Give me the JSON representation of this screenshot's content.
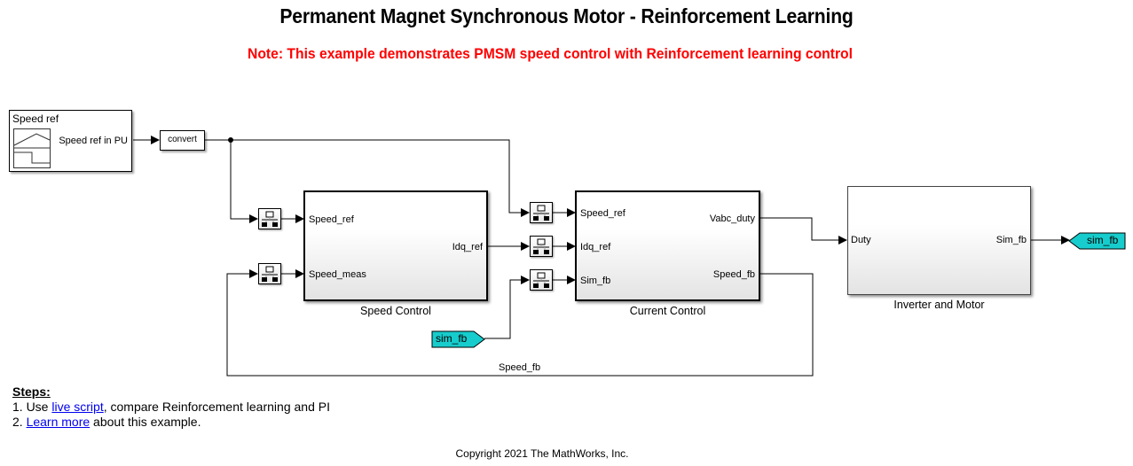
{
  "header": {
    "title": "Permanent Magnet Synchronous Motor - Reinforcement Learning",
    "note": "Note: This example demonstrates PMSM speed control with Reinforcement learning control"
  },
  "blocks": {
    "speed_ref": {
      "title": "Speed ref",
      "output_port": "Speed ref in PU",
      "icon": "signal-builder-icon"
    },
    "convert": {
      "label": "convert"
    },
    "rate_transition_icon": "rate-transition-icon",
    "speed_control": {
      "name": "Speed Control",
      "inputs": [
        "Speed_ref",
        "Speed_meas"
      ],
      "outputs": [
        "Idq_ref"
      ]
    },
    "current_control": {
      "name": "Current Control",
      "inputs": [
        "Speed_ref",
        "Idq_ref",
        "Sim_fb"
      ],
      "outputs": [
        "Vabc_duty",
        "Speed_fb"
      ]
    },
    "inverter_motor": {
      "name": "Inverter and Motor",
      "inputs": [
        "Duty"
      ],
      "outputs": [
        "Sim_fb"
      ]
    },
    "goto_tag": {
      "label": "sim_fb"
    },
    "from_tag": {
      "label": "sim_fb"
    }
  },
  "signals": {
    "feedback_label": "Speed_fb"
  },
  "colors": {
    "note": "#ff0000",
    "tag": "#17cccc",
    "link": "#0000ee"
  },
  "steps": {
    "heading": "Steps:",
    "items": [
      {
        "prefix": "1. Use ",
        "link": "live script",
        "suffix": ", compare Reinforcement learning and PI"
      },
      {
        "prefix": "2. ",
        "link": "Learn more",
        "suffix": " about this example."
      }
    ]
  },
  "footer": {
    "copyright": "Copyright 2021 The MathWorks, Inc."
  }
}
